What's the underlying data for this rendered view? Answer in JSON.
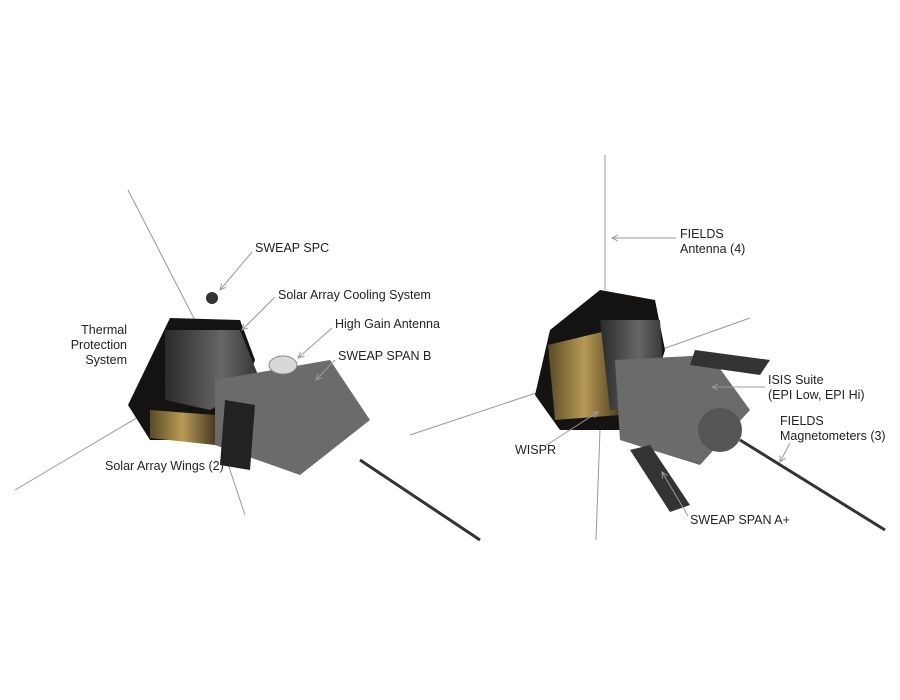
{
  "left_spacecraft": {
    "labels": {
      "sweap_spc": "SWEAP SPC",
      "cooling": "Solar Array Cooling System",
      "hga": "High Gain Antenna",
      "span_b": "SWEAP SPAN B",
      "tps_1": "Thermal",
      "tps_2": "Protection",
      "tps_3": "System",
      "wings": "Solar Array Wings (2)"
    }
  },
  "right_spacecraft": {
    "labels": {
      "fields_ant_1": "FIELDS",
      "fields_ant_2": "Antenna (4)",
      "isis_1": "ISIS Suite",
      "isis_2": "(EPI Low, EPI Hi)",
      "mag_1": "FIELDS",
      "mag_2": "Magnetometers (3)",
      "wispr": "WISPR",
      "span_a": "SWEAP SPAN A+"
    }
  },
  "colors": {
    "shield": "#1a1714",
    "gold": "#9a7a3a",
    "body": "#6b6b6b",
    "leader": "#9a9a9a"
  }
}
